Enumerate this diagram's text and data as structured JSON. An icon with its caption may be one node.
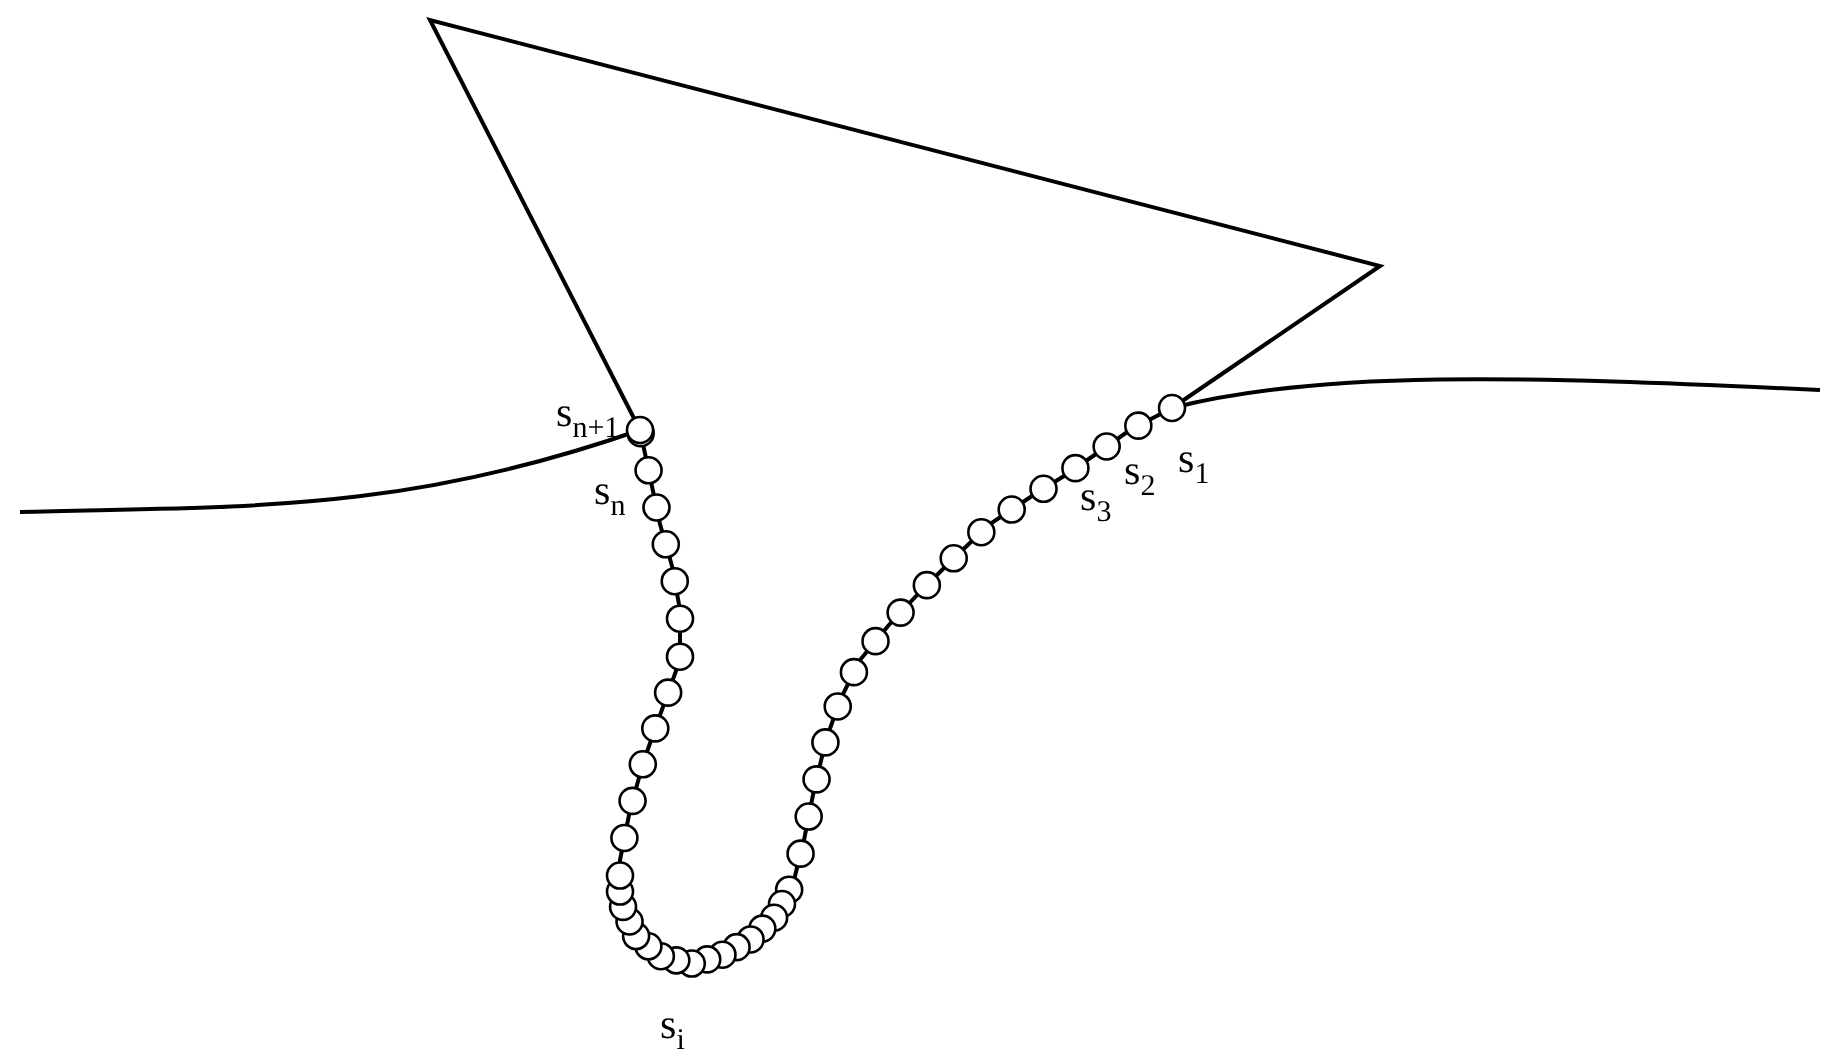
{
  "diagram": {
    "labels": [
      "s$_{n+1}$",
      "s$_{1}$",
      "s$_{2}$",
      "s$_{n}$",
      "s$_{3}$",
      "s$_{i}$"
    ]
  }
}
